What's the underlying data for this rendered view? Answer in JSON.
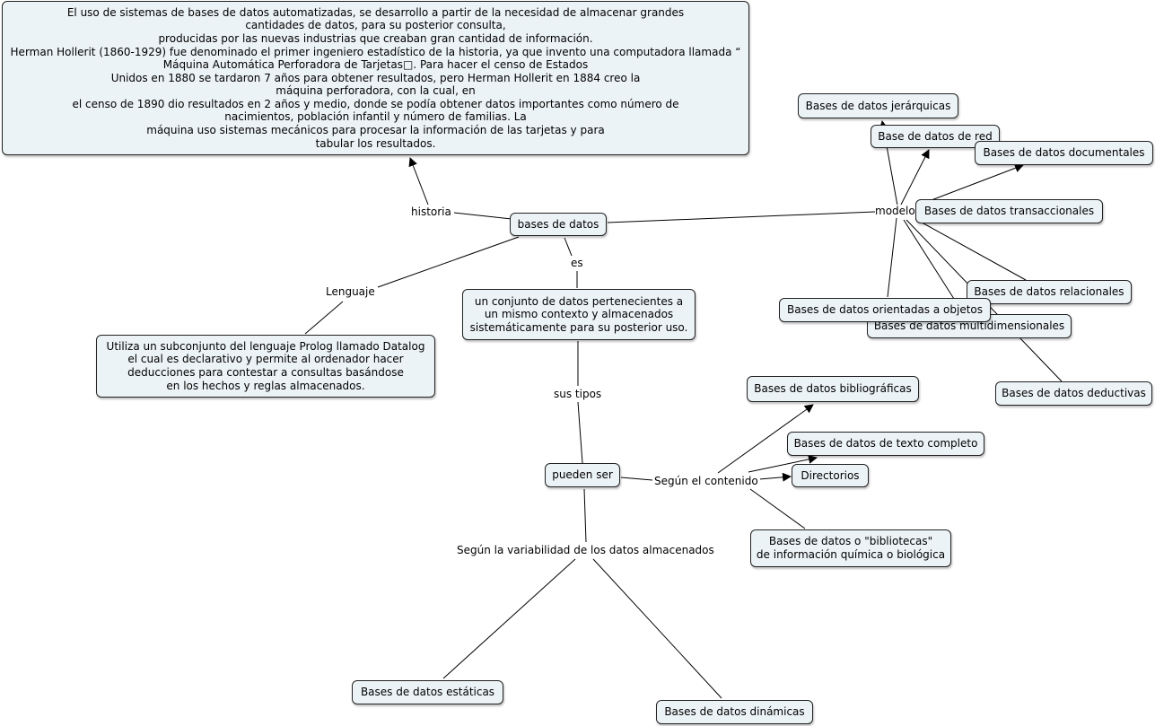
{
  "concepts": {
    "historia_text": "El uso de sistemas de bases de datos automatizadas, se desarrollo a partir de la necesidad de almacenar grandes\ncantidades de datos, para su posterior consulta,\nproducidas por las nuevas industrias que creaban gran cantidad de información.\nHerman Hollerit (1860-1929) fue denominado el primer ingeniero estadístico de la historia, ya que invento una computadora llamada “\nMáquina Automática Perforadora de Tarjetas□. Para hacer el censo de Estados\nUnidos en 1880 se tardaron 7 años para obtener resultados, pero Herman Hollerit en 1884 creo la\nmáquina perforadora, con la cual, en\nel censo de 1890 dio resultados en 2 años y medio, donde se podía obtener datos importantes como número de\nnacimientos, población infantil y número de familias. La\nmáquina uso sistemas mecánicos para procesar la información de las tarjetas y para\ntabular los resultados.",
    "bases_de_datos": "bases de datos",
    "conjunto": "un conjunto de datos pertenecientes a\nun mismo contexto y almacenados\nsistemáticamente para su posterior uso.",
    "lenguaje_text": "Utiliza un subconjunto del lenguaje Prolog llamado Datalog\nel cual es declarativo y permite al ordenador hacer\ndeducciones para contestar a consultas basándose\nen los hechos y reglas almacenados.",
    "pueden_ser": "pueden ser",
    "estaticas": "Bases de datos estáticas",
    "dinamicas": "Bases de datos dinámicas",
    "bibliograficas": "Bases de datos bibliográficas",
    "texto_completo": "Bases de datos de texto completo",
    "directorios": "Directorios",
    "bibliotecas": "Bases de datos o \"bibliotecas\"\nde información química o biológica",
    "jerarquicas": "Bases de datos jerárquicas",
    "red": "Base de datos de red",
    "documentales": "Bases de datos documentales",
    "transaccionales": "Bases de datos transaccionales",
    "relacionales": "Bases de datos relacionales",
    "objetos": "Bases de datos orientadas a objetos",
    "multidimensionales": "Bases de datos multidimensionales",
    "deductivas": "Bases de datos deductivas"
  },
  "linking_phrases": {
    "historia": "historia",
    "es": "es",
    "lenguaje": "Lenguaje",
    "sus_tipos": "sus tipos",
    "segun_contenido": "Según el contenido",
    "segun_variabilidad": "Según la variabilidad de los datos almacenados",
    "modelos": "modelos"
  },
  "colors": {
    "node_fill": "#ecf3f6",
    "node_border": "#222222",
    "line": "#000000"
  }
}
